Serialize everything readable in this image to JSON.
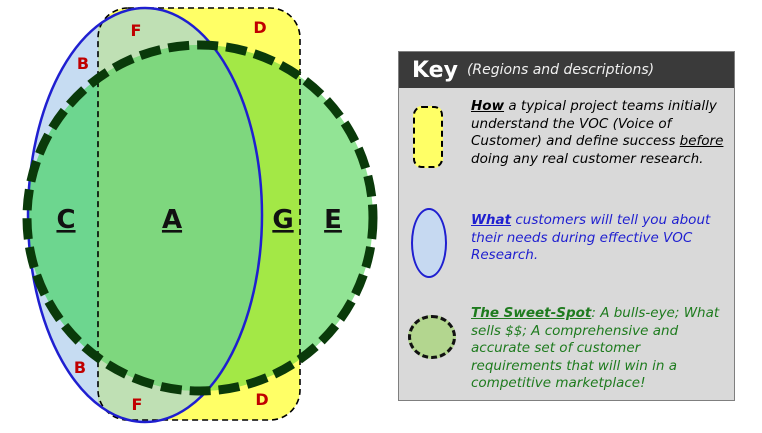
{
  "diagram": {
    "labels": {
      "b_top": "B",
      "b_bottom": "B",
      "f_top": "F",
      "f_bottom": "F",
      "d_top": "D",
      "d_bottom": "D",
      "c": "C",
      "a": "A",
      "g": "G",
      "e": "E"
    },
    "colors": {
      "yellow_region": "#ffff66",
      "blue_region": "#c6dcf2",
      "green_circle": "#92e495",
      "overlap_blue_green": "#6dd68f",
      "overlap_all": "#7ed77e",
      "overlap_yellow_green": "#a3e846",
      "blue_outline": "#1f1fd0"
    }
  },
  "key": {
    "title": "Key",
    "subtitle": "(Regions and descriptions)",
    "entries": [
      {
        "lead": "How",
        "text": " a typical project teams initially understand the VOC (Voice of Customer) and define success ",
        "emph": "before",
        "tail": " doing any real customer research."
      },
      {
        "lead": "What",
        "text": " customers will tell you about their needs during effective VOC Research."
      },
      {
        "lead": "The Sweet-Spot",
        "text": ": A bulls-eye; What sells $$; A comprehensive and accurate set of customer requirements that will win in a competitive marketplace!"
      }
    ]
  }
}
